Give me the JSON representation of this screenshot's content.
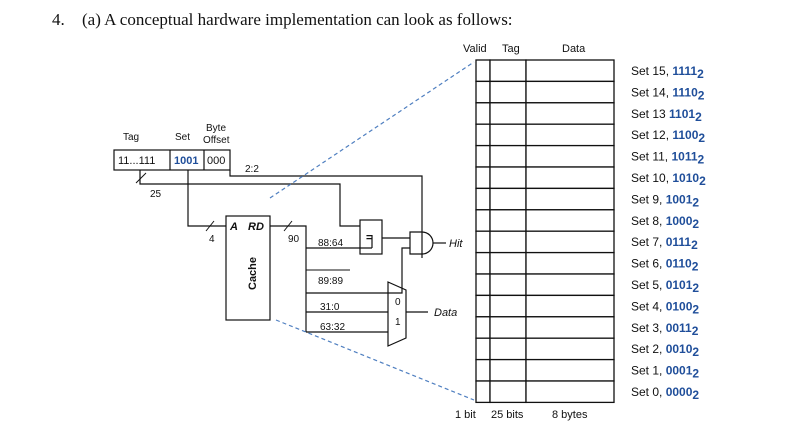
{
  "heading": {
    "number": "4.",
    "text": "(a) A conceptual hardware implementation can look as follows:"
  },
  "address": {
    "tag_header": "Tag",
    "set_header": "Set",
    "offset_header_line1": "Byte",
    "offset_header_line2": "Offset",
    "tag_value": "11...111",
    "set_value": "1001",
    "offset_value": "000",
    "tag_width": "25",
    "set_width": "4",
    "offset_range": "2:2"
  },
  "cache_block": {
    "label": "Cache",
    "addr_port": "A",
    "rd_port": "RD",
    "rd_width": "90"
  },
  "fields": {
    "tag_bits": "88:64",
    "valid_bit": "89:89",
    "word0": "31:0",
    "word1": "63:32"
  },
  "comparator": {
    "symbol": "="
  },
  "outputs": {
    "hit": "Hit",
    "data": "Data"
  },
  "mux": {
    "in0": "0",
    "in1": "1"
  },
  "array": {
    "valid_header": "Valid",
    "tag_header": "Tag",
    "data_header": "Data",
    "valid_width": "1 bit",
    "tag_width": "25 bits",
    "data_width": "8 bytes",
    "sets": [
      {
        "name": "Set 15,",
        "code": "1111",
        "sub": "2"
      },
      {
        "name": "Set 14,",
        "code": "1110",
        "sub": "2"
      },
      {
        "name": "Set 13",
        "code": "1101",
        "sub": "2"
      },
      {
        "name": "Set 12,",
        "code": "1100",
        "sub": "2"
      },
      {
        "name": "Set 11,",
        "code": "1011",
        "sub": "2"
      },
      {
        "name": "Set 10,",
        "code": "1010",
        "sub": "2"
      },
      {
        "name": "Set 9,",
        "code": "1001",
        "sub": "2"
      },
      {
        "name": "Set 8,",
        "code": "1000",
        "sub": "2"
      },
      {
        "name": "Set 7,",
        "code": "0111",
        "sub": "2"
      },
      {
        "name": "Set 6,",
        "code": "0110",
        "sub": "2"
      },
      {
        "name": "Set 5,",
        "code": "0101",
        "sub": "2"
      },
      {
        "name": "Set 4,",
        "code": "0100",
        "sub": "2"
      },
      {
        "name": "Set 3,",
        "code": "0011",
        "sub": "2"
      },
      {
        "name": "Set 2,",
        "code": "0010",
        "sub": "2"
      },
      {
        "name": "Set 1,",
        "code": "0001",
        "sub": "2"
      },
      {
        "name": "Set 0,",
        "code": "0000",
        "sub": "2"
      }
    ]
  }
}
